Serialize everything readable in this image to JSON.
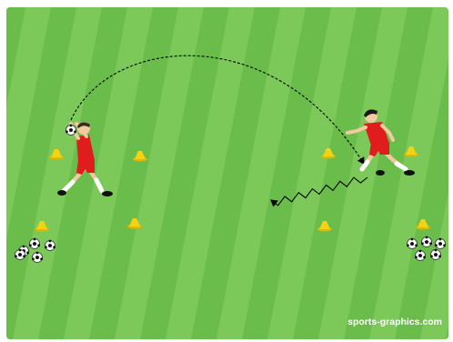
{
  "watermark": "sports-graphics.com",
  "colors": {
    "field_light": "#7cc95a",
    "field_dark": "#6abd4b",
    "cone": "#f5d312",
    "jersey": "#e11c1c",
    "ball_white": "#ffffff",
    "ball_black": "#111111",
    "path_line": "#000000"
  },
  "diagram": {
    "players": [
      {
        "name": "thrower",
        "action": "throw-in"
      },
      {
        "name": "receiver",
        "action": "run"
      }
    ],
    "cones_count": 8,
    "ball_groups": [
      {
        "side": "left",
        "count": 5
      },
      {
        "side": "right",
        "count": 5
      }
    ],
    "paths": [
      {
        "type": "ball-flight",
        "style": "dashed-arc"
      },
      {
        "type": "dribble",
        "style": "zigzag"
      }
    ]
  }
}
